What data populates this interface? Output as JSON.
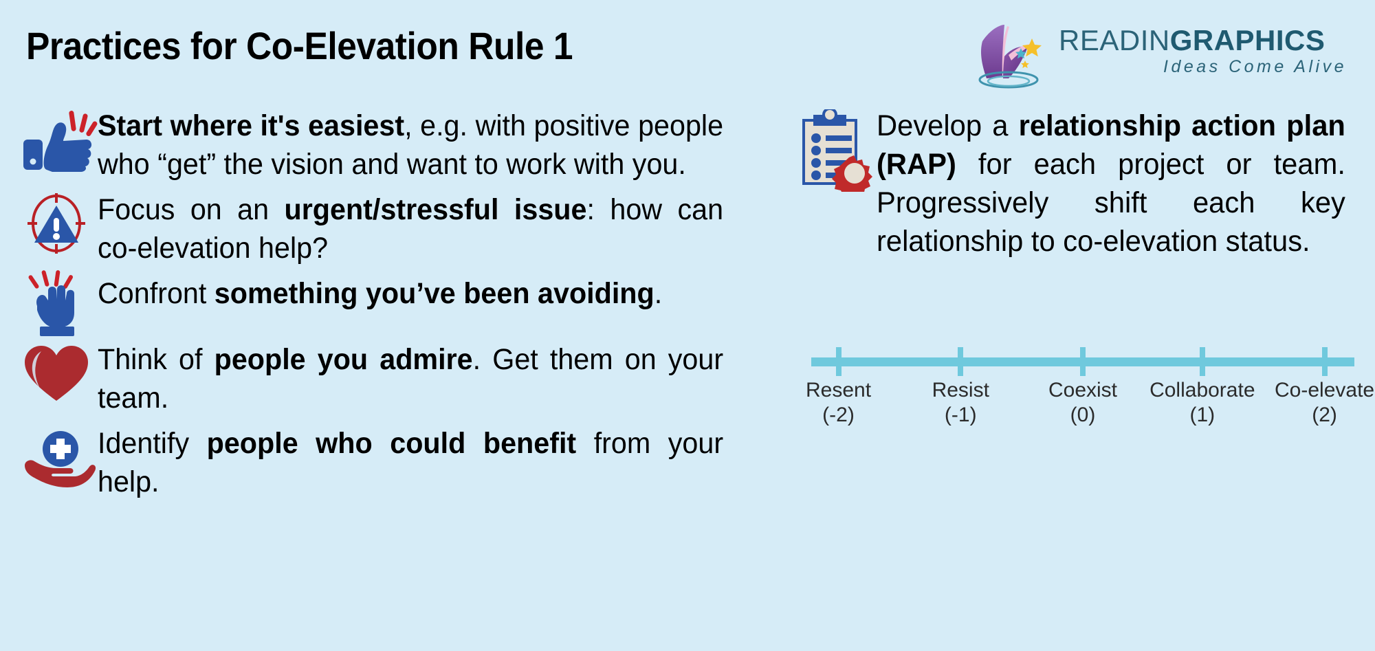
{
  "page": {
    "background_color": "#d6ecf7",
    "title": "Practices for Co-Elevation Rule 1"
  },
  "logo": {
    "name": "readingraphics-logo",
    "word_light": "READIN",
    "word_bold": "GRAPHICS",
    "tagline": "Ideas Come Alive",
    "text_color": "#2b6378",
    "mark_colors": {
      "purple": "#7e4a9e",
      "pink": "#e9a7c6",
      "teal": "#2f8fa8",
      "gold": "#f5c02a"
    }
  },
  "left_column": {
    "bullets": [
      {
        "icon": "thumbs-up-icon",
        "icon_colors": {
          "hand": "#2a56a8",
          "accent": "#cc2229"
        },
        "segments": [
          {
            "text": "Start where it's easiest",
            "bold": true
          },
          {
            "text": ", e.g. with positive people who “get” the vision and want to work with you.",
            "bold": false
          }
        ]
      },
      {
        "icon": "target-warning-icon",
        "icon_colors": {
          "triangle": "#2a56a8",
          "ring": "#b92025"
        },
        "segments": [
          {
            "text": "Focus on an ",
            "bold": false
          },
          {
            "text": "urgent/stressful issue",
            "bold": true
          },
          {
            "text": ": how can co-elevation help?",
            "bold": false
          }
        ]
      },
      {
        "icon": "raised-fist-icon",
        "icon_colors": {
          "hand": "#2a56a8",
          "accent": "#cc2229"
        },
        "segments": [
          {
            "text": "Confront ",
            "bold": false
          },
          {
            "text": "something you’ve been avoiding",
            "bold": true
          },
          {
            "text": ".",
            "bold": false
          }
        ]
      },
      {
        "icon": "heart-icon",
        "icon_colors": {
          "heart": "#ab2b2f"
        },
        "segments": [
          {
            "text": "Think of ",
            "bold": false
          },
          {
            "text": "people you admire",
            "bold": true
          },
          {
            "text": ". Get them on your team.",
            "bold": false
          }
        ]
      },
      {
        "icon": "hand-holding-plus-icon",
        "icon_colors": {
          "hand": "#ab2b2f",
          "circle": "#2a56a8"
        },
        "segments": [
          {
            "text": "Identify ",
            "bold": false
          },
          {
            "text": "people who could benefit",
            "bold": true
          },
          {
            "text": " from your help.",
            "bold": false
          }
        ]
      }
    ]
  },
  "right_column": {
    "paragraph": {
      "icon": "clipboard-gear-icon",
      "icon_colors": {
        "clipboard": "#2a56a8",
        "paper": "#e6e0d4",
        "gear": "#c02a2a"
      },
      "segments": [
        {
          "text": "Develop a ",
          "bold": false
        },
        {
          "text": "relationship action plan (RAP)",
          "bold": true
        },
        {
          "text": " for each project or team. Progressively shift each key relationship to co-elevation status.",
          "bold": false
        }
      ]
    },
    "scale": {
      "name": "co-elevation-scale",
      "bar_color": "#6fc9dd",
      "items": [
        {
          "label": "Resent",
          "value": "(-2)",
          "pos": 5
        },
        {
          "label": "Resist",
          "value": "(-1)",
          "pos": 27.5
        },
        {
          "label": "Coexist",
          "value": "(0)",
          "pos": 50
        },
        {
          "label": "Collaborate",
          "value": "(1)",
          "pos": 72
        },
        {
          "label": "Co-elevate",
          "value": "(2)",
          "pos": 94.5
        }
      ]
    }
  }
}
